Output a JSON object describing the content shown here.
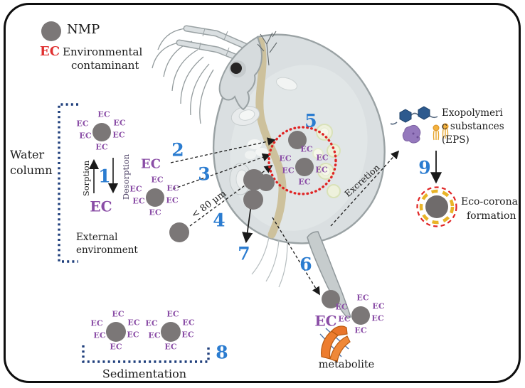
{
  "legend": {
    "nmp": "NMP",
    "ec": "EC",
    "ec_desc_line1": "Environmental",
    "ec_desc_line2": "contaminant"
  },
  "labels": {
    "water_line1": "Water",
    "water_line2": "column",
    "sorption": "Sorption",
    "desorption": "Desorption",
    "ec_free": "EC",
    "ec_water": "EC",
    "ec_bottom": "EC",
    "external_line1": "External",
    "external_line2": "environment",
    "size_limit": "< 80 μm",
    "excretion": "Excretion",
    "eps_line1": "Exopolymeri",
    "eps_line2": "c substances",
    "eps_line3": "(EPS)",
    "eco_corona_line1": "Eco-corona",
    "eco_corona_line2": "formation",
    "metabolite": "metabolite",
    "sedimentation": "Sedimentation"
  },
  "ec_label": "EC",
  "numbers": {
    "n1": "1",
    "n2": "2",
    "n3": "3",
    "n4": "4",
    "n5": "5",
    "n6": "6",
    "n7": "7",
    "n8": "8",
    "n9": "9"
  },
  "colors": {
    "number_blue": "#2b7cd0",
    "ec_purple": "#8a4da6",
    "legend_ec_red": "#e03030",
    "nmp_gray": "#7b7777",
    "bracket_navy": "#1f3f7c",
    "dotted_red": "#e02424",
    "corona_yellow": "#e9b427",
    "metabolite_orange": "#ed7d2f",
    "eps_hex_blue": "#2d5a8e",
    "eps_protein_purple": "#9579bd"
  }
}
